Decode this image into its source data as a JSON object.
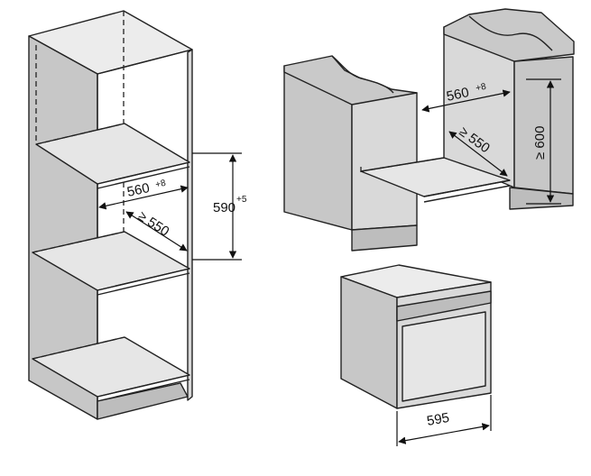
{
  "tall_unit": {
    "niche_width": "560",
    "niche_width_tol": "+8",
    "niche_depth": "≥ 550",
    "niche_height": "590",
    "niche_height_tol": "+5"
  },
  "base_unit": {
    "niche_width": "560",
    "niche_width_tol": "+8",
    "niche_depth": "≥ 550",
    "niche_height": "≥ 600"
  },
  "oven": {
    "width": "595"
  }
}
